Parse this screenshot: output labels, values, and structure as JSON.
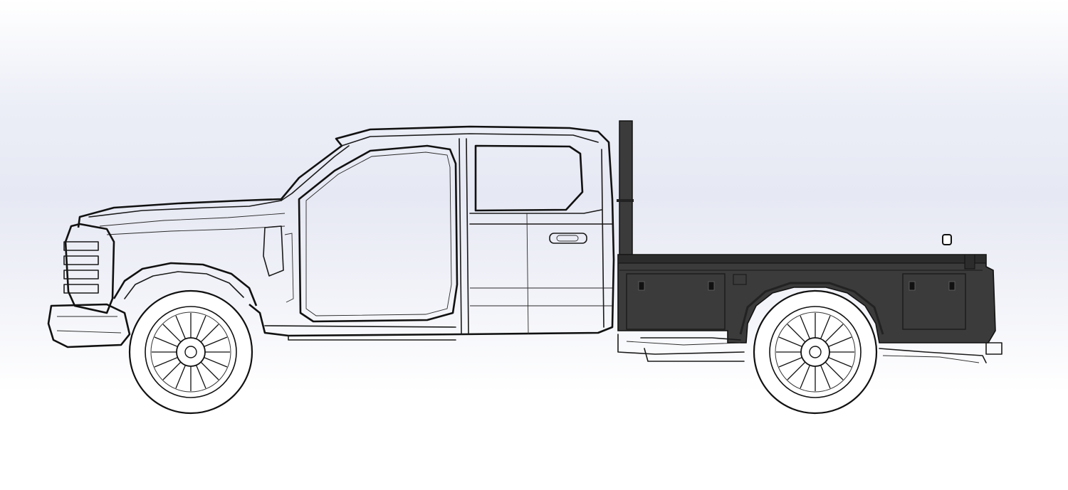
{
  "scene": {
    "subject": "flatbed-truck",
    "view": "side-profile",
    "style": "line-drawing"
  },
  "colors": {
    "background_top": "#ffffff",
    "background_mid": "#e6e8f3",
    "line": "#1a1a1a",
    "bed_fill": "#3b3b3b",
    "bed_dark": "#2c2c2c",
    "wheel_fill": "#ffffff"
  },
  "icons": [
    "truck-cab",
    "flatbed",
    "headache-rack",
    "toolbox-door",
    "wheel",
    "door-handle"
  ]
}
